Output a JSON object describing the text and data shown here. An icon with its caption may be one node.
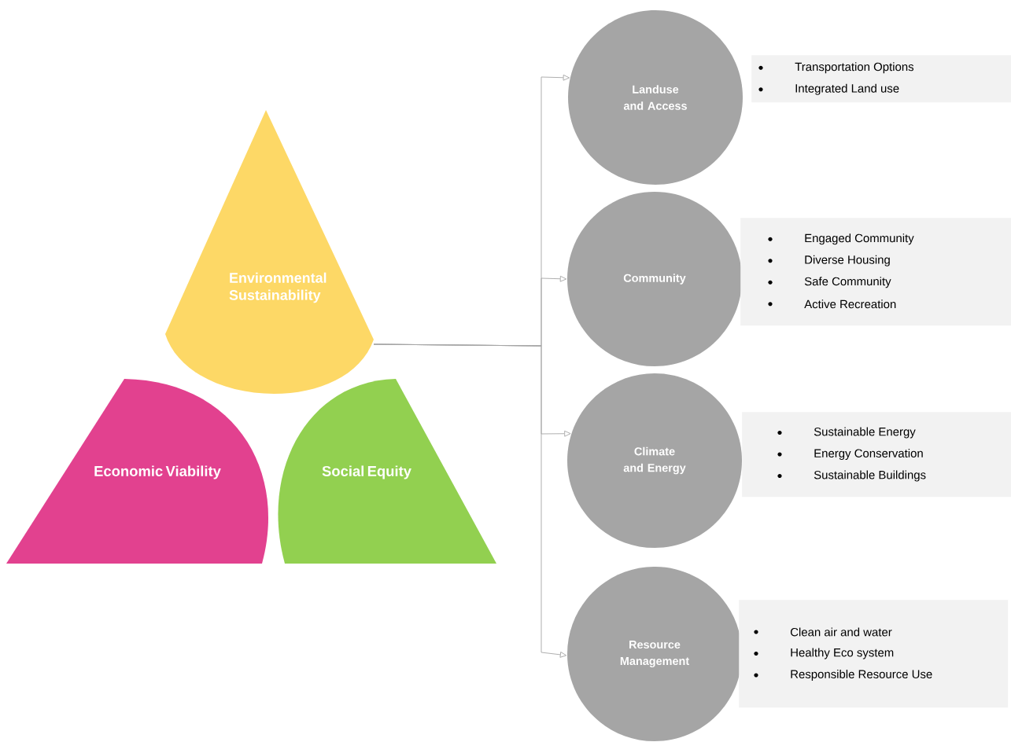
{
  "diagram": {
    "nodes": [
      {
        "text": [
          "Environmental Sustainability"
        ]
      },
      {
        "text": [
          "Economic Viability"
        ]
      },
      {
        "text": [
          "Social Equity"
        ]
      },
      {
        "text": [
          "Landuse and Access"
        ]
      },
      {
        "text": [
          "Community"
        ]
      },
      {
        "text": [
          "Climate and Energy"
        ]
      },
      {
        "text": [
          "Resource Management"
        ]
      },
      {
        "text": [
          "Transportation Options",
          "Integrated Land use"
        ]
      },
      {
        "text": [
          "Engaged Community",
          "Diverse Housing",
          "Safe Community",
          "Active Recreation"
        ]
      },
      {
        "text": [
          "Sustainable Energy",
          "Energy Conservation",
          "Sustainable Buildings"
        ]
      },
      {
        "text": [
          "Clean air and water",
          "Healthy Eco system",
          "Responsible Resource Use"
        ]
      }
    ],
    "edges": [
      {
        "from": 0,
        "to": 3,
        "arrow": "to"
      },
      {
        "from": 0,
        "to": 4,
        "arrow": "to"
      },
      {
        "from": 0,
        "to": 5,
        "arrow": "to"
      },
      {
        "from": 0,
        "to": 6,
        "arrow": "to"
      }
    ]
  }
}
